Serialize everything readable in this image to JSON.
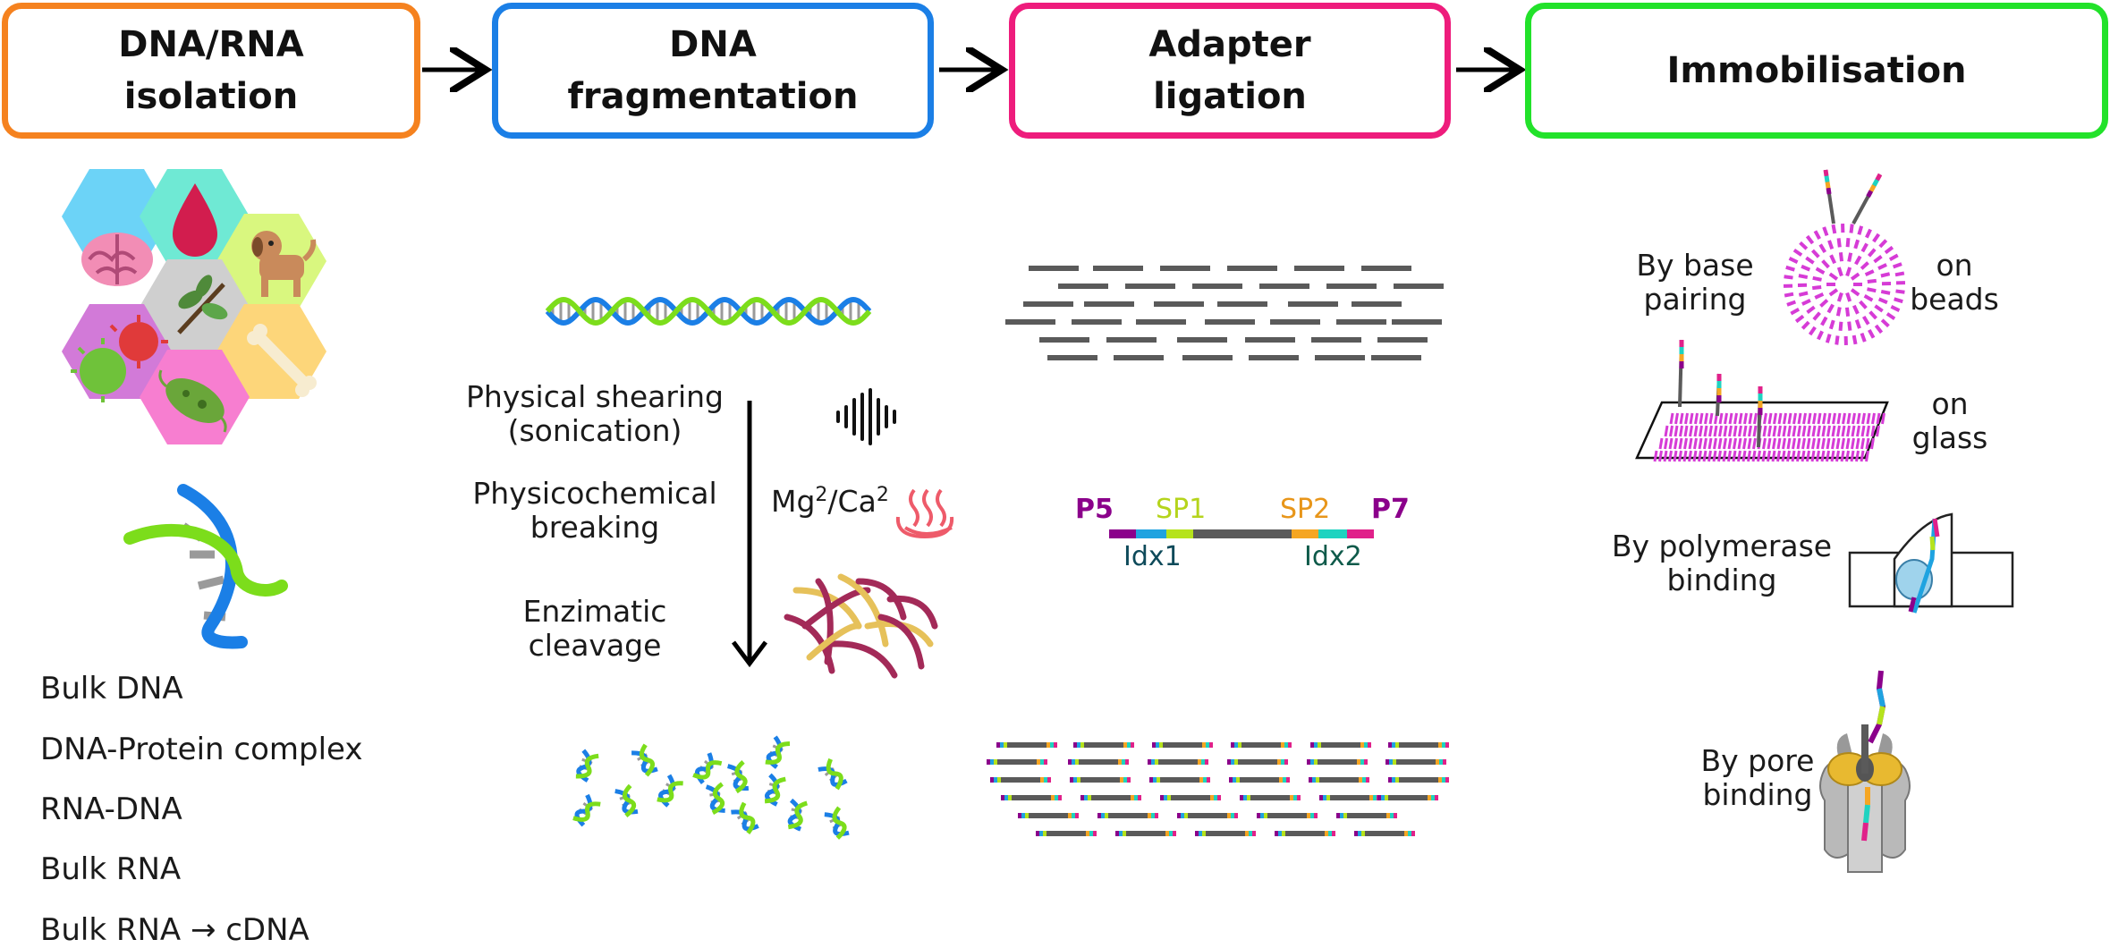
{
  "colors": {
    "step1": "#f5821f",
    "step2": "#1b7fe6",
    "step3": "#ee1c7c",
    "step4": "#22e22a",
    "p5": "#8b008b",
    "sp1": "#b5e31c",
    "sp2": "#f5a623",
    "idx1": "#1fa3e0",
    "idx2": "#1ed3c0",
    "p7": "#e0218a",
    "fragment_gray": "#5a5a5a",
    "bead_magenta": "#d63bd6"
  },
  "steps": [
    {
      "title": "DNA/RNA\nisolation"
    },
    {
      "title": "DNA\nfragmentation"
    },
    {
      "title": "Adapter\nligation"
    },
    {
      "title": "Immobilisation"
    }
  ],
  "isolation": {
    "icons": [
      "brain-icon",
      "blood-drop-icon",
      "dog-icon",
      "plant-icon",
      "virus-icon",
      "bacteria-icon",
      "bone-icon",
      "dna-helix-icon"
    ],
    "sources": [
      "Bulk DNA",
      "DNA-Protein complex",
      "RNA-DNA",
      "Bulk RNA",
      "Bulk RNA → cDNA"
    ]
  },
  "fragmentation": {
    "methods": [
      {
        "label": "Physical shearing\n(sonication)",
        "icon": "sound-wave-icon"
      },
      {
        "label": "Physicochemical\nbreaking",
        "icon": "heat-icon"
      },
      {
        "label": "Enzimatic\ncleavage",
        "icon": "enzyme-icon"
      }
    ],
    "ions": {
      "mg": "Mg",
      "ca": "Ca",
      "sup": "2",
      "sep": "/"
    }
  },
  "adapter": {
    "top_labels": {
      "p5": "P5",
      "sp1": "SP1",
      "sp2": "SP2",
      "p7": "P7"
    },
    "bottom_labels": {
      "idx1": "Idx1",
      "idx2": "Idx2"
    }
  },
  "immobilisation": {
    "base_pairing": "By base\npairing",
    "on_beads": "on\nbeads",
    "on_glass": "on\nglass",
    "polymerase": "By polymerase\nbinding",
    "pore": "By pore\nbinding"
  }
}
